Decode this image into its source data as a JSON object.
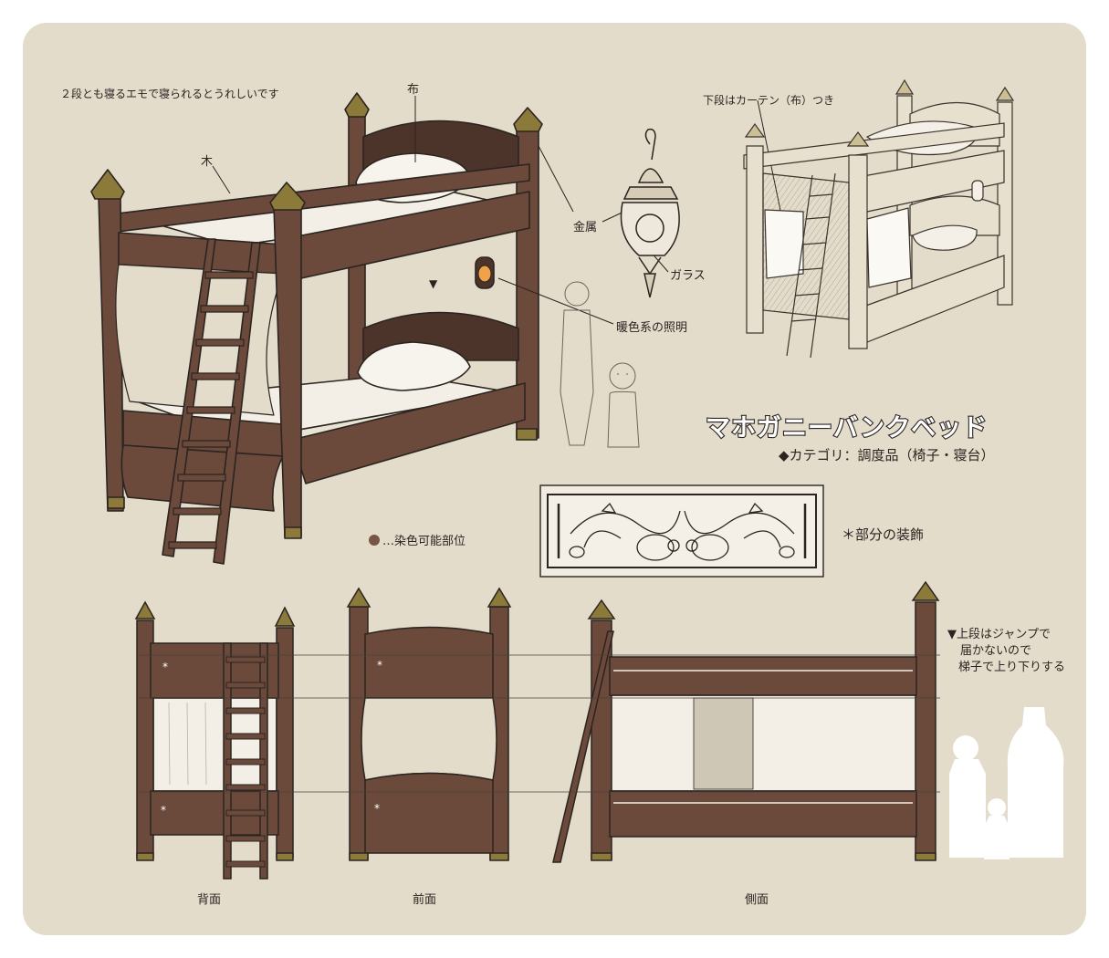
{
  "palette": {
    "sheet": "#e3dccb",
    "wood": "#6b4a3b",
    "wood_dark": "#4d342a",
    "linen": "#f3efe6",
    "brass": "#8c7a3a",
    "ink": "#2b2420"
  },
  "notes": {
    "top_left": "２段とも寝るエモで寝られるとうれしいです",
    "lower_curtain": "下段はカーテン（布）つき",
    "ladder_note": [
      "▼上段はジャンプで",
      "届かないので",
      "梯子で上り下りする"
    ]
  },
  "labels": {
    "cloth": "布",
    "wood": "木",
    "metal": "金属",
    "glass": "ガラス",
    "warm_light": "暖色系の照明",
    "dyeable": "…染色可能部位",
    "decoration": "＊部分の装飾",
    "marker": "▼"
  },
  "item": {
    "title": "マホガニーバンクベッド",
    "category": "◆カテゴリ：調度品（椅子・寝台）"
  },
  "views": {
    "back": "背面",
    "front": "前面",
    "side": "側面"
  },
  "icons": [
    "bunk-bed-illustration",
    "lantern-icon",
    "figure-silhouette-icon",
    "decorative-panel-icon"
  ]
}
